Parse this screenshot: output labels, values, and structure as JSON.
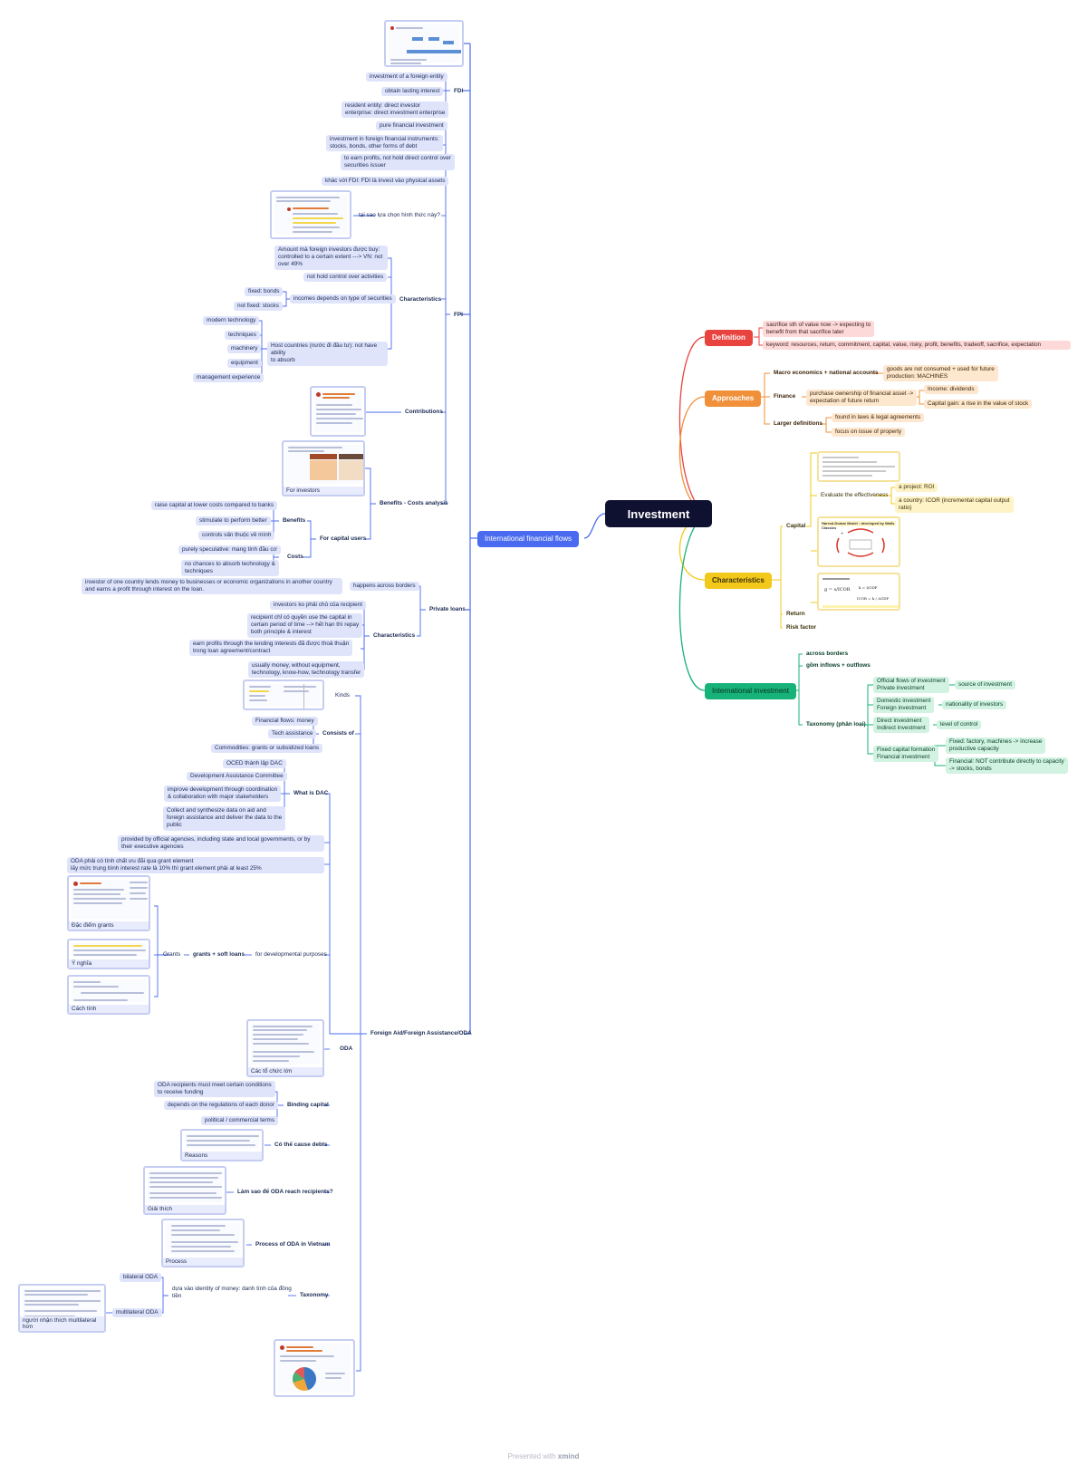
{
  "central": "Investment",
  "branches": {
    "definition": {
      "label": "Definition",
      "items": [
        "sacrifice sth of value now -> expecting to\nbenefit from that sacrifice later",
        "keyword: resources, return, commitment, capital, value, risky, profit, benefits, tradeoff, sacrifice, expectation"
      ]
    },
    "approaches": {
      "label": "Approaches",
      "macro": "Macro economics + national accounts",
      "macro_detail": "goods are not consumed + used for future\nproduction: MACHINES",
      "finance": "Finance",
      "finance_detail": "purchase ownership of financial asset ->\nexpectation of future return",
      "income": "Income: dividends",
      "capital_gain": "Capital gain: a rise in the value of stock",
      "larger": "Larger definitions",
      "larger_items": [
        "found in laws & legal agreements",
        "focus on issue of property"
      ]
    },
    "characteristics": {
      "label": "Characteristics",
      "capital": "Capital",
      "evaluate": "Evaluate the effectiveness",
      "project": "a project: ROI",
      "country": "a country: ICOR (incremental capital output\nratio)",
      "harrod": "Harrod-Domar Model : developed by Walls Classics",
      "return": "Return",
      "risk": "Risk factor"
    },
    "international": {
      "label": "International investment",
      "across": "across borders",
      "flows": "gồm inflows + outflows",
      "taxonomy": "Taxonomy (phân loại)",
      "pairs": [
        {
          "a": "Official flows of investment\nPrivate investment",
          "b": "source of investment"
        },
        {
          "a": "Domestic investment\nForeign investment",
          "b": "nationality of investors"
        },
        {
          "a": "Direct investment\nIndirect investment",
          "b": "level of control"
        },
        {
          "a": "Fixed capital formation\nFinancial investment",
          "b": "Fixed: factory, machines -> increase\nproductive capacity",
          "c": "Financial: NOT contribute directly to capacity\n-> stocks, bonds"
        }
      ]
    },
    "flows": {
      "label": "International financial flows",
      "fdi": {
        "label": "FDI",
        "items": [
          "investment of a foreign entity",
          "obtain lasting interest",
          "resident entity: direct investor\nenterprise: direct investment enterprise"
        ]
      },
      "fpi": {
        "label": "FPI",
        "items": [
          "pure financial investment",
          "investment in foreign financial instruments:\nstocks, bonds, other forms of debt",
          "to earn profits, not hold direct control over\nsecurities issuer",
          "khác với FDI: FDI là invest vào physical assets",
          "tại sao lựa chọn hình thức này?"
        ],
        "characteristics": "Characteristics",
        "char_items": [
          "Amount mà foreign investors được buy:\ncontrolled to a certain extent ---> VN: not\nover 49%",
          "not hold control over activities",
          "incomes depends on type of securities",
          "Host countries (nước đi đầu tư): not have ability\nto absorb"
        ],
        "incomes": [
          "fixed: bonds",
          "not fixed: stocks"
        ],
        "absorb": [
          "modern technology",
          "techniques",
          "machinery",
          "equipment",
          "management experience"
        ],
        "contributions": "Contributions",
        "benefits_costs": "Benefits - Costs analysis",
        "for_investors": "For investors",
        "for_capital_users": "For capital users",
        "benefits": "Benefits",
        "benefit_items": [
          "raise capital at lower costs compared to banks",
          "stimulate to perform better",
          "controls vấn thuộc về mình"
        ],
        "costs": "Costs",
        "cost_items": [
          "purely speculative: mang tính đầu cơ",
          "no chances to absorb technology &\ntechniques"
        ]
      },
      "private": {
        "label": "Private loans",
        "happens": "happens across borders",
        "def": "investor of one country lends money to businesses or economic organizations in another country\nand earns a profit through interest on the loan.",
        "characteristics": "Characteristics",
        "items": [
          "investors ko phải chủ của recipient",
          "recipient chỉ có quyền use the capital in\ncertain period of time --> hết hạn thì repay\nboth principle & interest",
          "earn profits through the lending interests đã được thoả thuận\ntrong loan agreement/contract",
          "usually money, without equipment,\ntechnology, know-how, technology transfer"
        ]
      },
      "oda": {
        "label": "Foreign Aid/Foreign Assistance/ODA",
        "kinds": "Kinds",
        "consists": "Consists of",
        "consists_items": [
          "Financial flows: money",
          "Tech assistance",
          "Commodities: grants or subsidized loans"
        ],
        "what_dac": "What is DAC",
        "dac_items": [
          "OCED thành lập DAC",
          "Development Assistance Committee",
          "improve development through coordination\n& collaboration with major stakeholders",
          "Collect and synthesize data on aid and\nforeign assistance and deliver the data to the\npublic"
        ],
        "provided": "provided by official agencies, including state and local governments, or by\ntheir executive agencies",
        "grant_element": "ODA phải có tính chất ưu đãi qua grant element\nlấy mức trung bình interest rate là 10% thì grant element phải at least 25%",
        "oda": "ODA",
        "grants_soft": "grants + soft loans",
        "dev_purposes": "for developmental purposes",
        "grants": "Grants",
        "grant_cards": [
          "Đặc điểm grants",
          "Ý nghĩa",
          "Cách tính"
        ],
        "orgs": "Các tổ chức lớn",
        "binding": "Binding capital",
        "binding_items": [
          "ODA recipients must meet certain conditions\nto receive funding",
          "depends on the regulations of each donor",
          "political / commercial terms"
        ],
        "debts": "Có thể cause debts",
        "reasons": "Reasons",
        "reach": "Làm sao để ODA reach recipients?",
        "explain": "Giải thích",
        "process_vn": "Process of ODA in Vietnam",
        "process": "Process",
        "taxonomy": "Taxonomy",
        "identity": "dựa vào identity of money: danh tính của đồng\ntiền",
        "bilateral": "bilateral ODA",
        "multilateral": "multilateral ODA",
        "prefer": "người nhận thích multilateral hơn"
      }
    }
  },
  "footer": {
    "prefix": "Presented with ",
    "brand": "xmind"
  },
  "colors": {
    "definition": "#e8433f",
    "approaches": "#f0903a",
    "characteristics": "#f2c81b",
    "international": "#17b27a",
    "flows": "#4a6bf0",
    "central": "#0f1130"
  }
}
